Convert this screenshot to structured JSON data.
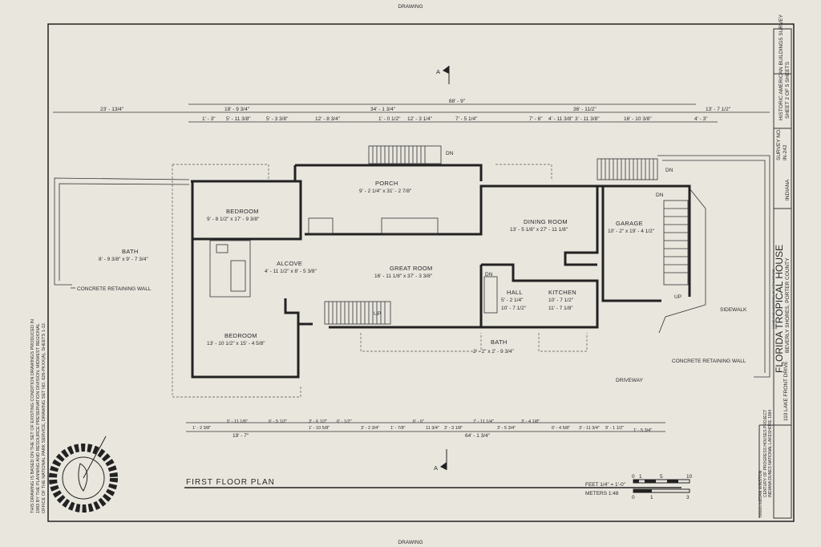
{
  "sheet": {
    "top_note": "DRAWING",
    "bottom_note": "DRAWING",
    "section_marker": "A",
    "drawing_title": "FIRST FLOOR PLAN",
    "scale_feet": "FEET 1/4\" = 1'-0\"",
    "scale_meters": "METERS 1:48",
    "scale_feet_ticks": [
      "0",
      "1",
      "5",
      "10"
    ],
    "scale_meter_ticks": [
      "0",
      "1",
      "3"
    ],
    "left_note": [
      "THIS DRAWING IS BASED ON THE SET OF EXISTING CONDITION DRAWINGS PRODUCED IN",
      "1983 BY THE PLANNING AND RESOURCE PRESERVATION DIVISION, MIDWEST REGIONAL",
      "OFFICE OF THE NATIONAL PARK SERVICE, DRAWING SET NO. 626-PKXX(A), SHEETS 1-12."
    ]
  },
  "title_block": {
    "hab_survey": "HISTORIC AMERICAN BUILDINGS SURVEY",
    "sheet_of": "SHEET 2 OF 5 SHEETS",
    "survey_no_label": "SURVEY NO.",
    "survey_no": "IN-242",
    "index": "INDIANA",
    "name_label": "NAME AND LOCATION OF STRUCTURE",
    "title": "FLORIDA TROPICAL HOUSE",
    "location": "BEVERLY SHORES, PORTER COUNTY",
    "address": "110 LAKE FRONT DRIVE",
    "project": "CENTURY OF PROGRESS HOUSES PROJECT",
    "park": "INDIANA DUNES NATIONAL LAKESHORE 1994",
    "delineator_label": "DRAWN BY",
    "delineator": "JOAN WINSTON"
  },
  "rooms": [
    {
      "name": "BEDROOM",
      "dims": "9' - 8 1/2\" x 17' - 9 3/8\""
    },
    {
      "name": "BATH",
      "dims": "8' - 9 3/8\" x 9' - 7 3/4\""
    },
    {
      "name": "ALCOVE",
      "dims": "4' - 11 1/2\" x 8' - 5 3/8\""
    },
    {
      "name": "BEDROOM",
      "dims": "13' - 10 1/2\" x 15' - 4 5/8\""
    },
    {
      "name": "PORCH",
      "dims": "9' - 2 1/4\" x 31' - 2 7/8\""
    },
    {
      "name": "GREAT ROOM",
      "dims": "16' - 11 1/8\" x 37' - 3 3/8\""
    },
    {
      "name": "DINING ROOM",
      "dims": "13' - 5 1/8\" x 27' - 11 1/8\""
    },
    {
      "name": "GARAGE",
      "dims": "10' - 2\" x 19' - 4 1/2\""
    },
    {
      "name": "HALL",
      "dims": "5' - 2 1/4\"",
      "dims2": "10' - 7 1/2\""
    },
    {
      "name": "KITCHEN",
      "dims": "10' - 7 1/2\"",
      "dims2": "11' - 7 1/8\""
    },
    {
      "name": "BATH",
      "dims": "2' - 2\" x 2' - 9 3/4\""
    }
  ],
  "labels": {
    "concrete_wall_left": "CONCRETE RETAINING WALL",
    "concrete_wall_right": "CONCRETE RETAINING WALL",
    "sidewalk": "SIDEWALK",
    "driveway": "DRIVEWAY",
    "dn": "DN",
    "up": "UP"
  },
  "dims_top": {
    "overall": "88' - 9\"",
    "left": "23' - 13/4\"",
    "right": "13' - 7 1/2\"",
    "row2": [
      "18' - 9 3/4\"",
      "34' - 1 3/4\"",
      "36' - 11/2\""
    ],
    "row3": [
      "1' - 3\"",
      "5' - 11 3/8\"",
      "5' - 3 3/8\"",
      "12' - 8 3/4\"",
      "1' - 0 1/2\"",
      "12' - 3 1/4\"",
      "7' - 5 1/4\"",
      "7' - 6\"",
      "4' - 11 3/8\"",
      "3' - 11 3/8\"",
      "16' - 10 3/8\"",
      "4' - 3\""
    ]
  },
  "dims_bottom": {
    "row1": [
      "1' - 2 3/8\"",
      "5' - 11 1/8\"",
      "6' - 5 1/2\"",
      "3' - 6 1/2\"",
      "1' - 10 5/8\"",
      "6' - 1/2\"",
      "3' - 2 3/4\"",
      "1' - 7/8\"",
      "6' - 6\"",
      "11 3/4\"",
      "3' - 3 1/8\"",
      "7' - 11 1/4\"",
      "3' - 5 3/4\"",
      "3' - 4 1/8\"",
      "6' - 4 5/8\"",
      "3' - 11 3/4\"",
      "9' - 1 1/2\"",
      "1' - 5 3/4\""
    ],
    "row2": [
      "19' - 7\"",
      "64' - 1 3/4\""
    ]
  }
}
